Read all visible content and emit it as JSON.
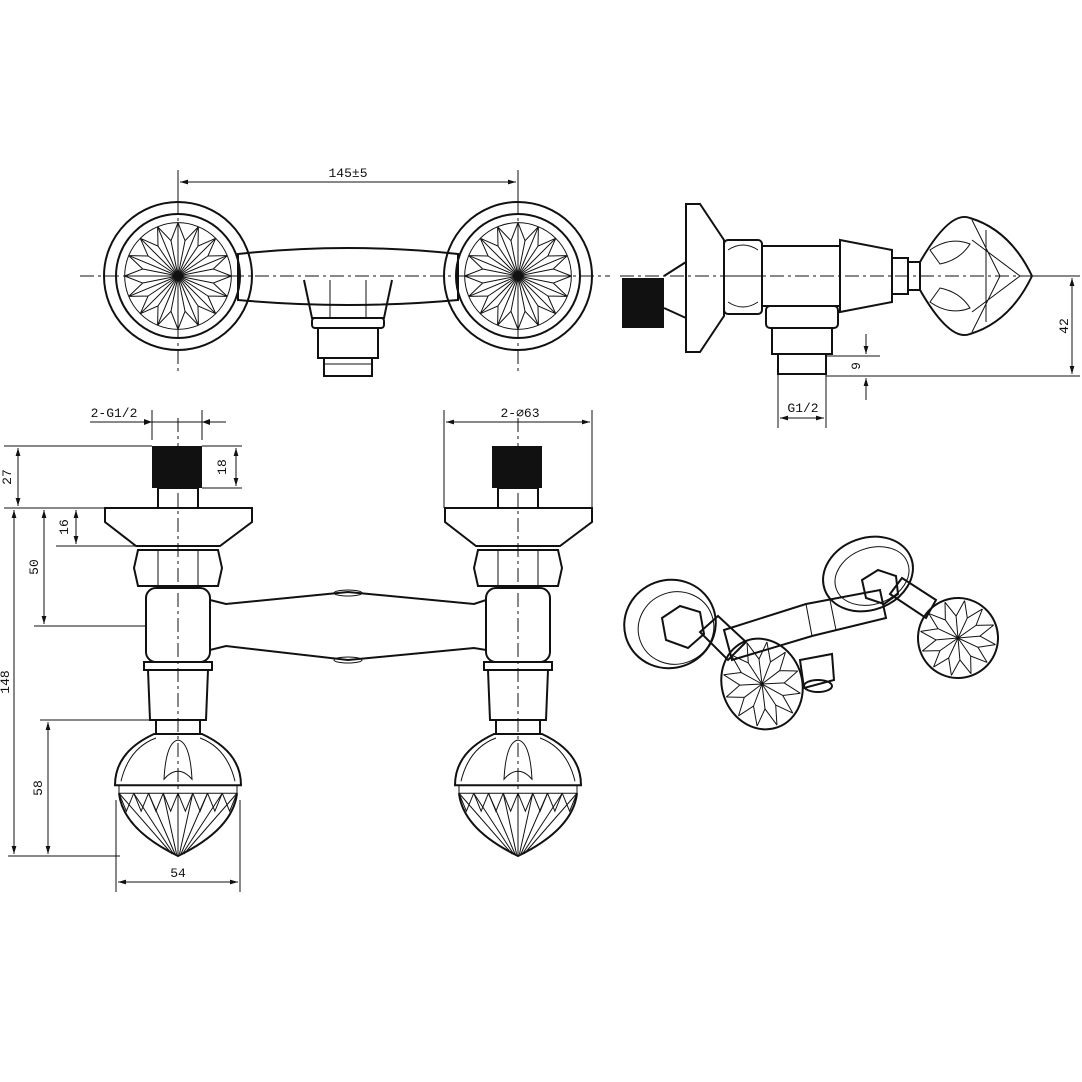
{
  "dimensions": {
    "top_width": "145±5",
    "side_height": "42",
    "side_nut": "9",
    "side_thread": "G1/2",
    "front_thread": "2-G1/2",
    "front_flange": "2-∅63",
    "thread_length": "18",
    "thread_offset": "27",
    "flange_thick": "16",
    "inlet_center": "50",
    "total_height": "148",
    "handle_height": "58",
    "handle_width": "54"
  },
  "colors": {
    "line": "#111111",
    "background": "#ffffff"
  }
}
